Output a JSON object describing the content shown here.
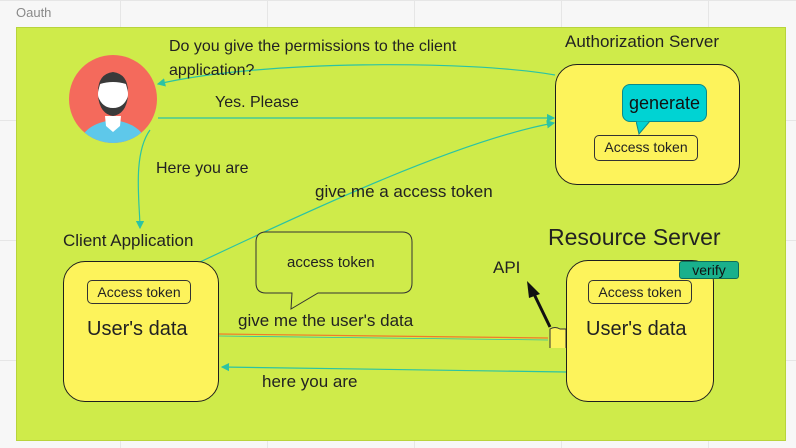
{
  "board": {
    "title": "Oauth"
  },
  "authorization_server": {
    "title": "Authorization Server",
    "generate_label": "generate",
    "token_label": "Access token"
  },
  "resource_server": {
    "title": "Resource Server",
    "token_label": "Access token",
    "data_label": "User's data",
    "verify_label": "verify",
    "api_label": "API"
  },
  "client_app": {
    "title": "Client Application",
    "token_label": "Access token",
    "data_label": "User's data"
  },
  "callout": {
    "text": "access token"
  },
  "messages": {
    "permission_question_line1": "Do you give the permissions to the client",
    "permission_question_line2": "application?",
    "yes_please": "Yes. Please",
    "here_you_are_top": "Here you are",
    "give_access_token": "give me a access token",
    "give_users_data": "give me the user's data",
    "here_you_are_bottom": "here you are"
  },
  "colors": {
    "frame": "#cfeb4a",
    "server_fill": "#fdf35b",
    "speech": "#00d3d3",
    "verify": "#19b08c",
    "arrow_teal": "#2bc3a3",
    "arrow_orange": "#f07a2a",
    "avatar_bg": "#f46a5c"
  },
  "icons": {
    "user": "user-avatar-icon",
    "api_arrow": "arrow-icon"
  }
}
